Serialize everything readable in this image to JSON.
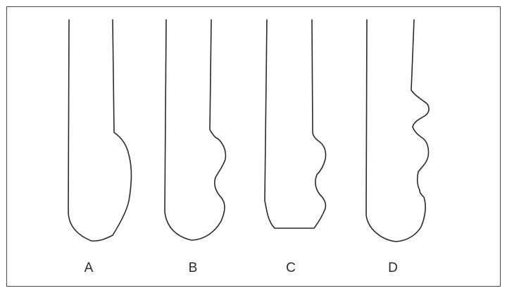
{
  "panel_labels": {
    "a": "A",
    "b": "B",
    "c": "C",
    "d": "D"
  },
  "shapes": [
    {
      "id": "a",
      "kind": "smooth-rounded-tip"
    },
    {
      "id": "b",
      "kind": "two-lobed-rounded-tip"
    },
    {
      "id": "c",
      "kind": "lobed-flat-truncated-tip"
    },
    {
      "id": "d",
      "kind": "multi-lobed-rounded-tip"
    }
  ],
  "colors": {
    "stroke": "#2a2a2a",
    "frame": "#4a4a4a",
    "background": "#ffffff"
  }
}
